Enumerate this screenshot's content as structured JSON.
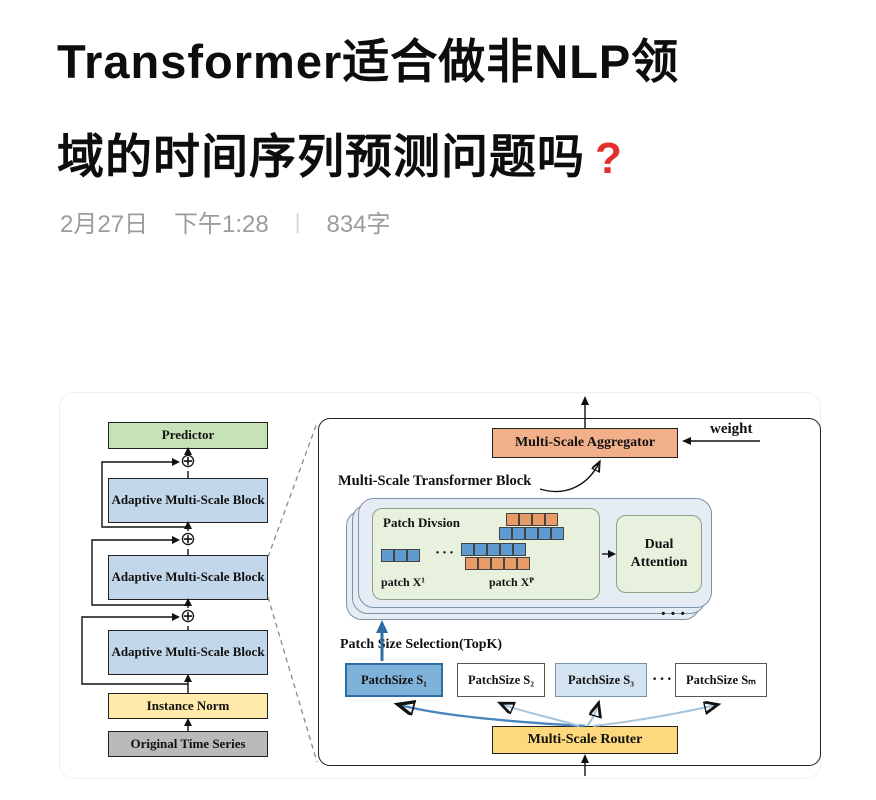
{
  "header": {
    "title_line1": "Transformer适合做非NLP领",
    "title_line2": "域的时间序列预测问题吗",
    "question_mark": "?",
    "date": "2月27日",
    "time": "下午1:28",
    "separator": "|",
    "word_count": "834字"
  },
  "diagram": {
    "left": {
      "predictor": "Predictor",
      "blocks": [
        "Adaptive Multi-Scale Block",
        "Adaptive Multi-Scale Block",
        "Adaptive Multi-Scale Block"
      ],
      "instance_norm": "Instance Norm",
      "original_series": "Original Time Series",
      "plus_symbol": "⊕"
    },
    "right": {
      "aggregator": "Multi-Scale Aggregator",
      "weight_label": "weight",
      "transformer_block_label": "Multi-Scale Transformer Block",
      "patch_division": "Patch Divsion",
      "patch_x1": "patch X¹",
      "patch_xp": "patch Xᴾ",
      "dots_mid": "···",
      "dual_attention": "Dual Attention",
      "stack_dots": "···",
      "selection_label": "Patch Size Selection(TopK)",
      "patch_sizes": [
        {
          "label": "PatchSize S₁"
        },
        {
          "label": "PatchSize S₂"
        },
        {
          "label": "PatchSize S₃"
        },
        {
          "label": "PatchSize Sₘ"
        }
      ],
      "patch_sizes_dots": "···",
      "router": "Multi-Scale Router"
    },
    "colors": {
      "predictor": "#c8e2b8",
      "adaptive_block": "#c3d7eb",
      "instance_norm": "#ffeaa9",
      "original_series": "#b9babc",
      "aggregator": "#f2b08a",
      "router": "#fdd87d",
      "patch_size_selected": "#7fb2d9",
      "patch_size_alt": "#d3e3f1",
      "patch_orange": "#ea9a66",
      "patch_blue": "#5f9bd1",
      "inner_green": "#e7f1de",
      "stack_fill": "#e6ecf3",
      "question_mark_red": "#e0312e"
    }
  }
}
